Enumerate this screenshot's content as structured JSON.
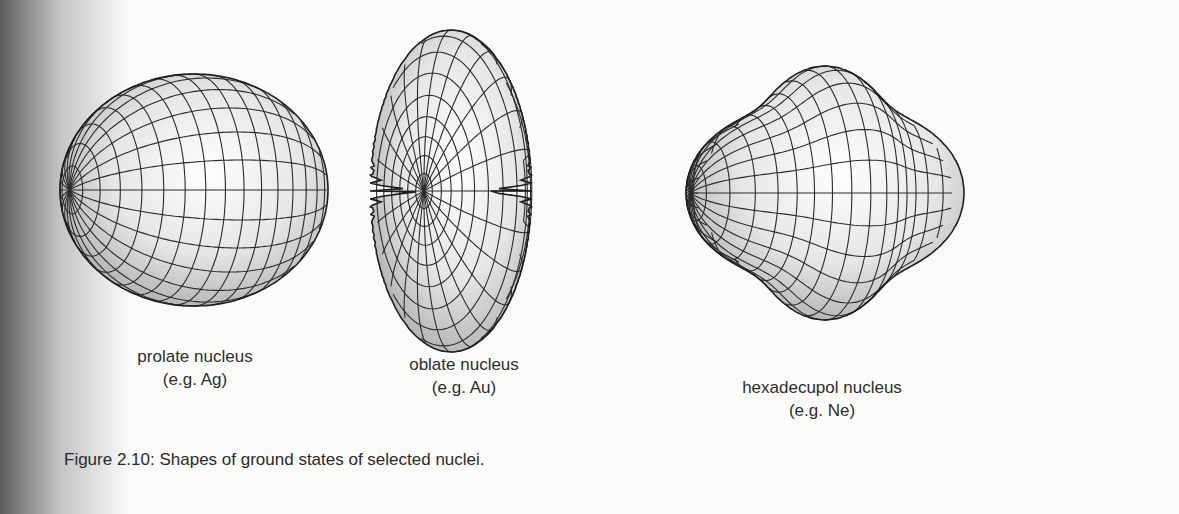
{
  "diagram": {
    "caption": "Figure 2.10: Shapes of ground states of selected nuclei.",
    "labels": [
      "prolate nucleus",
      "(e.g. Ag)",
      "oblate nucleus",
      "(e.g. Au)",
      "hexadecupol nucleus",
      "(e.g. Ne)"
    ]
  }
}
